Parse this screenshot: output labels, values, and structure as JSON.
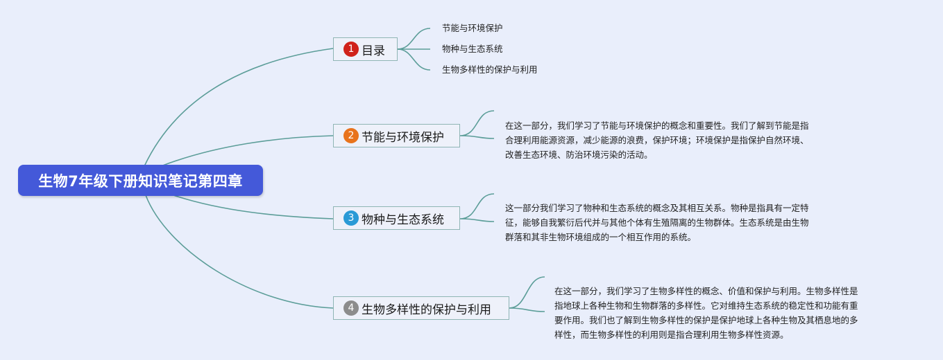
{
  "root": {
    "title": "生物7年级下册知识笔记第四章"
  },
  "branches": [
    {
      "number": "1",
      "label": "目录",
      "badge_color": "#d0221a",
      "children": [
        "节能与环境保护",
        "物种与生态系统",
        "生物多样性的保护与利用"
      ]
    },
    {
      "number": "2",
      "label": "节能与环境保护",
      "badge_color": "#e8731c",
      "lines": [
        "在这一部分，我们学习了节能与环境保护的概念和重要性。我们了解到节能是指",
        "合理利用能源资源，减少能源的浪费，保护环境；环境保护是指保护自然环境、",
        "改善生态环境、防治环境污染的活动。"
      ]
    },
    {
      "number": "3",
      "label": "物种与生态系统",
      "badge_color": "#2a9ad6",
      "lines": [
        "这一部分我们学习了物种和生态系统的概念及其相互关系。物种是指具有一定特",
        "征，能够自我繁衍后代并与其他个体有生殖隔离的生物群体。生态系统是由生物",
        "群落和其非生物环境组成的一个相互作用的系统。"
      ]
    },
    {
      "number": "4",
      "label": "生物多样性的保护与利用",
      "badge_color": "#8c8c8c",
      "lines": [
        "在这一部分，我们学习了生物多样性的概念、价值和保护与利用。生物多样性是",
        "指地球上各种生物和生物群落的多样性。它对维持生态系统的稳定性和功能有重",
        "要作用。我们也了解到生物多样性的保护是保护地球上各种生物及其栖息地的多",
        "样性，而生物多样性的利用则是指合理利用生物多样性资源。"
      ]
    }
  ]
}
